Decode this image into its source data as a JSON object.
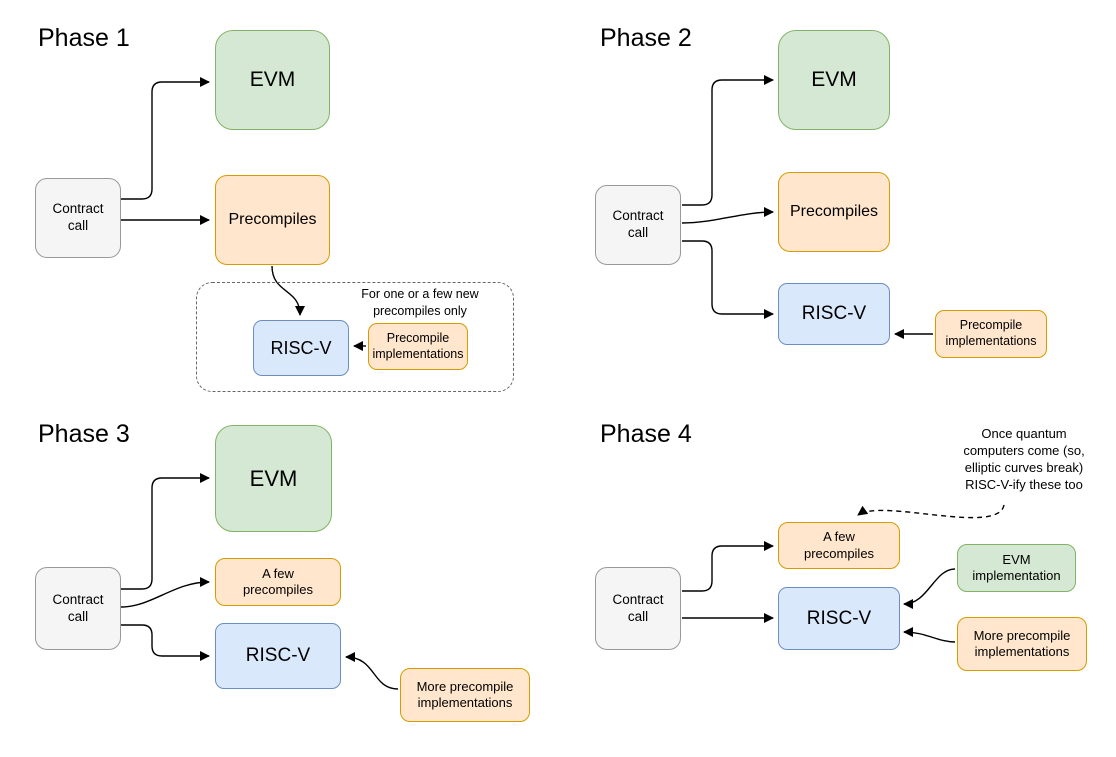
{
  "colors": {
    "green_fill": "#d5e8d4",
    "green_stroke": "#82b366",
    "orange_fill": "#ffe6cc",
    "orange_stroke": "#d79b00",
    "blue_fill": "#dae8fc",
    "blue_stroke": "#6c8ebf",
    "gray_fill": "#f5f5f5",
    "gray_stroke": "#999999",
    "edge": "#000000"
  },
  "phases": [
    {
      "title": "Phase 1",
      "contract_call": "Contract call",
      "evm": "EVM",
      "precompiles": "Precompiles",
      "riscv": "RISC-V",
      "precompile_implementations": "Precompile implementations",
      "note": "For one or a few new precompiles only"
    },
    {
      "title": "Phase 2",
      "contract_call": "Contract call",
      "evm": "EVM",
      "precompiles": "Precompiles",
      "riscv": "RISC-V",
      "precompile_implementations": "Precompile implementations"
    },
    {
      "title": "Phase 3",
      "contract_call": "Contract call",
      "evm": "EVM",
      "few_precompiles": "A few precompiles",
      "riscv": "RISC-V",
      "more_precompile_implementations": "More precompile implementations"
    },
    {
      "title": "Phase 4",
      "contract_call": "Contract call",
      "few_precompiles": "A few precompiles",
      "riscv": "RISC-V",
      "evm_implementation": "EVM implementation",
      "more_precompile_implementations": "More precompile implementations",
      "note": "Once quantum computers come (so, elliptic curves break) RISC-V-ify these too"
    }
  ]
}
